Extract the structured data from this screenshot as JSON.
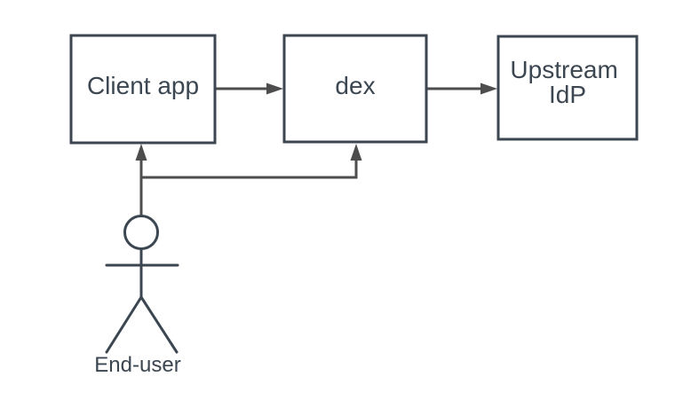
{
  "colors": {
    "background": "#ffffff",
    "box_stroke": "#3b4651",
    "connector_color": "#4d4d4d",
    "text_color": "#3b4651"
  },
  "nodes": {
    "client_app": {
      "label": "Client app"
    },
    "dex": {
      "label": "dex"
    },
    "upstream_idp": {
      "label": "Upstream IdP",
      "line1": "Upstream",
      "line2": "IdP"
    }
  },
  "actor": {
    "label": "End-user"
  },
  "edges": [
    {
      "from": "Client app",
      "to": "dex"
    },
    {
      "from": "dex",
      "to": "Upstream IdP"
    },
    {
      "from": "End-user",
      "to": "Client app"
    },
    {
      "from": "End-user",
      "to": "dex"
    }
  ]
}
